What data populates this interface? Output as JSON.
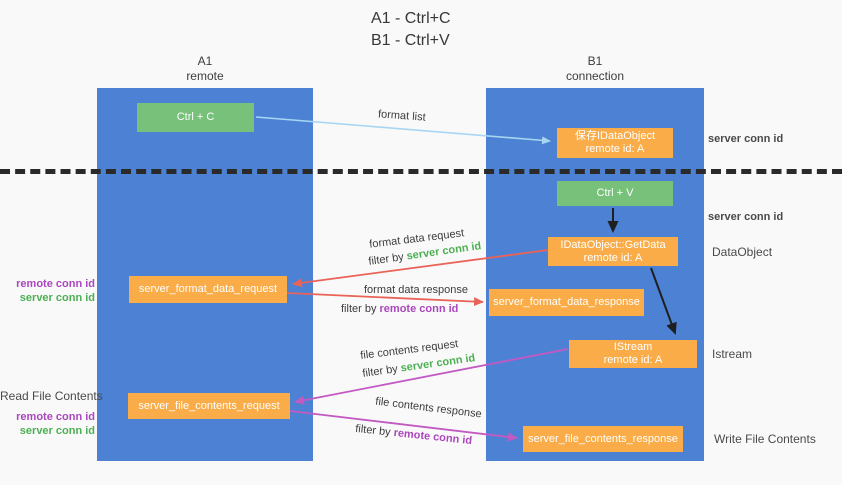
{
  "title": {
    "line1": "A1 - Ctrl+C",
    "line2": "B1 - Ctrl+V"
  },
  "lanes": {
    "a1": {
      "name": "A1",
      "role": "remote"
    },
    "b1": {
      "name": "B1",
      "role": "connection"
    }
  },
  "nodes": {
    "ctrl_c": {
      "label": "Ctrl + C"
    },
    "ctrl_v": {
      "label": "Ctrl + V"
    },
    "save_idataobject": {
      "line1": "保存IDataObject",
      "line2": "remote id: A"
    },
    "idataobject_getdata": {
      "line1": "IDataObject::GetData",
      "line2": "remote id: A"
    },
    "istream": {
      "line1": "IStream",
      "line2": "remote id: A"
    },
    "server_format_data_request": {
      "label": "server_format_data_request"
    },
    "server_format_data_response": {
      "label": "server_format_data_response"
    },
    "server_file_contents_request": {
      "label": "server_file_contents_request"
    },
    "server_file_contents_response": {
      "label": "server_file_contents_response"
    }
  },
  "flow_labels": {
    "format_list": "format list",
    "format_data_request": "format data request",
    "format_data_response": "format data response",
    "file_contents_request": "file contents request",
    "file_contents_response": "file contents response",
    "filter_by": "filter by",
    "server_conn_id": "server conn id",
    "remote_conn_id": "remote conn id"
  },
  "side_labels": {
    "server_conn_id_top": "server conn id",
    "server_conn_id_mid": "server conn id",
    "dataobject": "DataObject",
    "istream": "Istream",
    "read_file_contents": "Read File Contents",
    "write_file_contents": "Write File Contents",
    "remote_conn_id": "remote conn id",
    "server_conn_id": "server conn id"
  },
  "colors": {
    "lane_blue": "#4d81d4",
    "node_green": "#77c17a",
    "node_orange": "#f9ac48",
    "conn_id_green": "#4cb052",
    "conn_id_purple": "#ab47bc",
    "arrow_red": "#e96358",
    "arrow_magenta": "#c25ac2",
    "arrow_lightblue": "#a6d6f2",
    "arrow_black": "#1f1f1f",
    "divider_dash": "#2a2a2a"
  }
}
